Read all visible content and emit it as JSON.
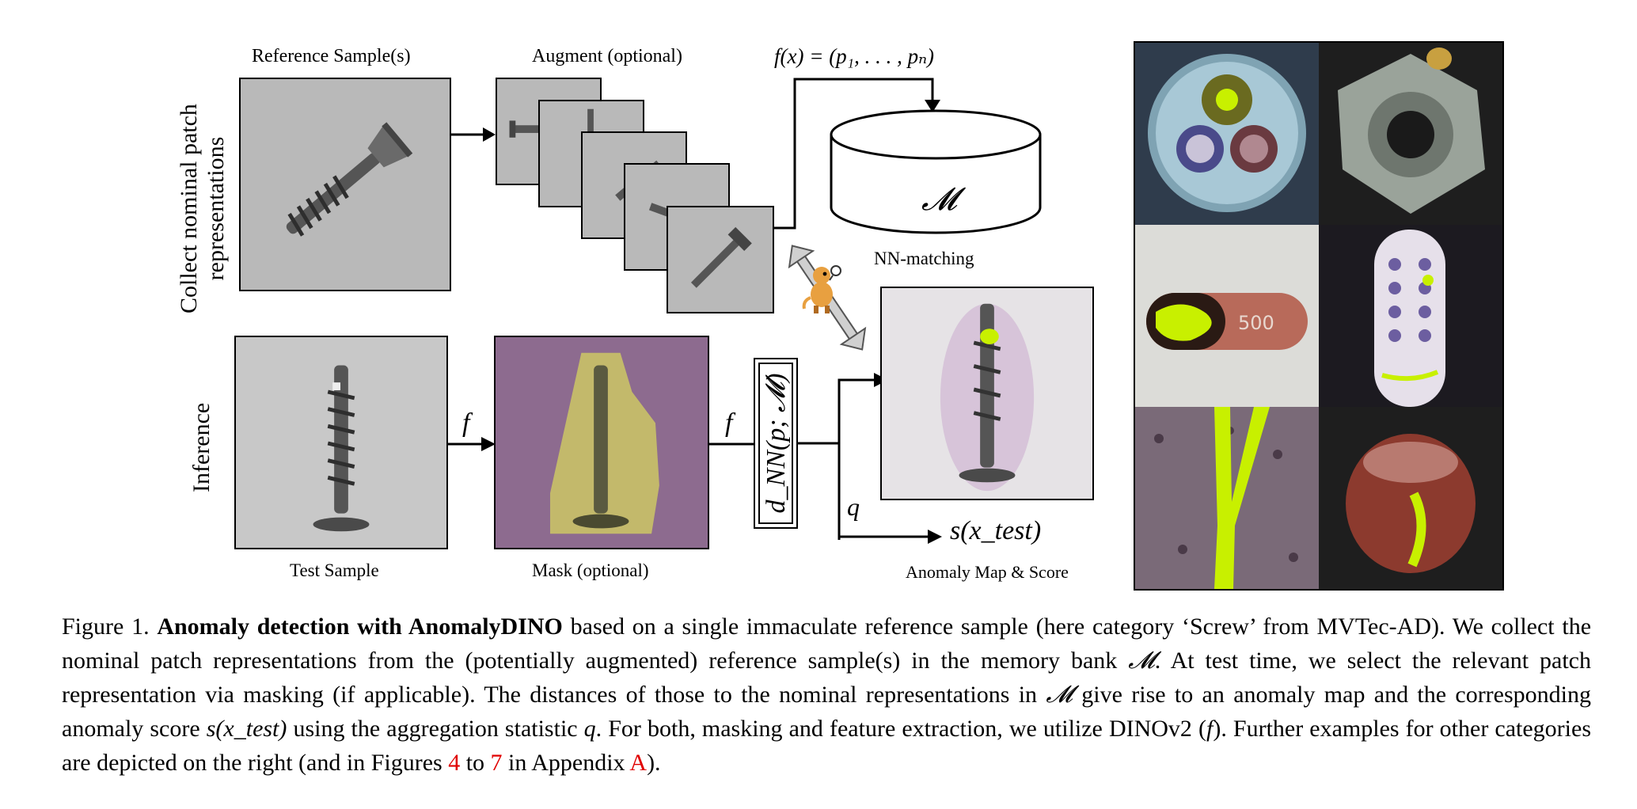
{
  "diagram": {
    "labels": {
      "reference": "Reference Sample(s)",
      "augment": "Augment (optional)",
      "test_sample": "Test Sample",
      "mask": "Mask (optional)",
      "anomaly": "Anomaly Map & Score",
      "nn_matching": "NN-matching",
      "collect_line1": "Collect nominal patch",
      "collect_line2": "representations",
      "inference": "Inference",
      "feature_formula": "f(x) = (p₁, . . . , pₙ)",
      "memory_bank": "𝓜",
      "f_symbol": "f",
      "q_symbol": "q",
      "distance": "d_NN(p; 𝓜)",
      "score": "s(x_test)"
    }
  },
  "caption": {
    "figure_number": "Figure 1.",
    "bold_title": "Anomaly detection with AnomalyDINO",
    "text1": " based on a single immaculate reference sample (here category ‘Screw’ from MVTec-AD). We collect the nominal patch representations from the (potentially augmented) reference sample(s) in the memory bank ",
    "m1": "𝓜",
    "text2": ". At test time, we select the relevant patch representation via masking (if applicable). The distances of those to the nominal representations in ",
    "m2": "𝓜",
    "text3": " give rise to an anomaly map and the corresponding anomaly score ",
    "score": "s(x_test)",
    "text4": " using the aggregation statistic ",
    "q": "q",
    "text5": ". For both, masking and feature extraction, we utilize DINOv2 (",
    "f": "f",
    "text6": "). Further examples for other categories are depicted on the right (and in Figures ",
    "ref4": "4",
    "text7": " to ",
    "ref7": "7",
    "text8": " in Appendix ",
    "refA": "A",
    "text9": ")."
  },
  "colors": {
    "link": "#e00000",
    "mask": "#c9c267",
    "anomaly_green": "#c8f000",
    "purple_bg": "#8d6b8f"
  }
}
